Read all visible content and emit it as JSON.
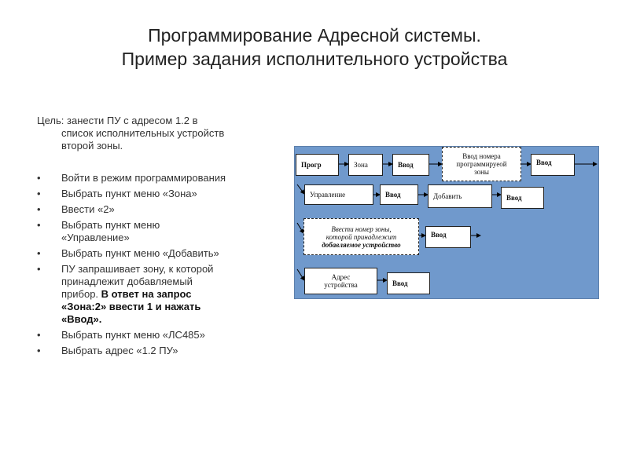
{
  "slide": {
    "title_line1": "Программирование Адресной системы.",
    "title_line2": "Пример задания исполнительного устройства"
  },
  "goal": {
    "line1": "Цель: занести ПУ с адресом 1.2 в",
    "line2": "список исполнительных устройств",
    "line3": "второй зоны."
  },
  "steps": [
    "Войти в режим программирования",
    "Выбрать пункт меню «Зона»",
    "Ввести «2»",
    "Выбрать пункт меню",
    "«Управление»",
    "Выбрать пункт меню «Добавить»",
    "ПУ запрашивает зону, к которой",
    "принадлежит добавляемый",
    "прибор. ",
    "В ответ на запрос",
    "«Зона:2» ввести 1 и нажать",
    "«Ввод».",
    "Выбрать пункт меню «ЛС485»",
    "Выбрать адрес «1.2 ПУ»"
  ],
  "bullet_char": "•",
  "diagram": {
    "background": "#7099cc",
    "boxes": {
      "prog": "Прогр",
      "zona": "Зона",
      "vvod1": "Ввод",
      "enter_zone_1": "Ввод номера",
      "enter_zone_2": "программируеой",
      "enter_zone_3": "зоны",
      "vvod2": "Ввод",
      "upravlenie": "Управление",
      "vvod3": "Ввод",
      "dobavit": "Добавить",
      "vvod4": "Ввод",
      "enter_dev_zone_1": "Ввести номер зоны,",
      "enter_dev_zone_2": "которой принадлежит",
      "enter_dev_zone_3": "добавляемое устройство",
      "vvod5": "Ввод",
      "addr_1": "Адрес",
      "addr_2": "устройства",
      "vvod6": "Ввод"
    }
  }
}
